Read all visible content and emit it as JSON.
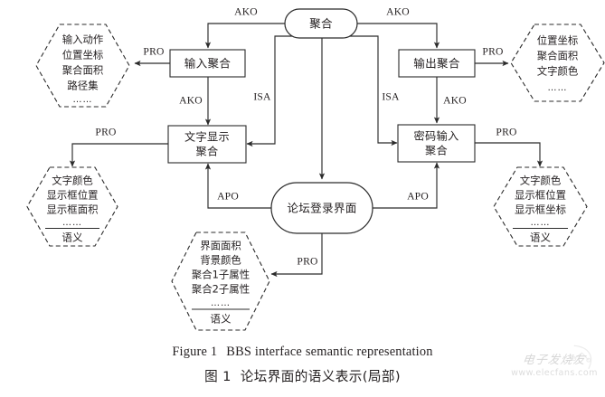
{
  "figure": {
    "caption_en_number": "Figure 1",
    "caption_en_text": "BBS interface semantic representation",
    "caption_zh_number": "图 1",
    "caption_zh_text": "论坛界面的语义表示(局部)"
  },
  "watermark": {
    "brand": "电子发烧友",
    "url": "www.elecfans.com"
  },
  "colors": {
    "stroke": "#2b2b2b",
    "text": "#231f20",
    "background": "#ffffff"
  },
  "nodes": {
    "root": {
      "label": "聚合",
      "shape": "stadium"
    },
    "input_aggregate": {
      "label": "输入聚合",
      "shape": "rect"
    },
    "output_aggregate": {
      "label": "输出聚合",
      "shape": "rect"
    },
    "text_display_aggregate": {
      "label_line1": "文字显示",
      "label_line2": "聚合",
      "shape": "rect"
    },
    "password_input_aggregate": {
      "label_line1": "密码输入",
      "label_line2": "聚合",
      "shape": "rect"
    },
    "forum_login_interface": {
      "label": "论坛登录界面",
      "shape": "stadium"
    }
  },
  "attribute_frames": {
    "input_action": {
      "lines": [
        "输入动作",
        "位置坐标",
        "聚合面积",
        "路径集"
      ],
      "ellipsis": "……",
      "semantics": null
    },
    "output_position": {
      "lines": [
        "位置坐标",
        "聚合面积",
        "文字颜色"
      ],
      "ellipsis": "……",
      "semantics": null
    },
    "text_display_attrs": {
      "lines": [
        "文字颜色",
        "显示框位置",
        "显示框面积"
      ],
      "ellipsis": "……",
      "semantics": "语义"
    },
    "password_display_attrs": {
      "lines": [
        "文字颜色",
        "显示框位置",
        "显示框坐标"
      ],
      "ellipsis": "……",
      "semantics": "语义"
    },
    "interface_attrs": {
      "lines": [
        "界面面积",
        "背景颜色",
        "聚合1子属性",
        "聚合2子属性"
      ],
      "ellipsis": "……",
      "semantics": "语义"
    }
  },
  "edges": [
    {
      "id": "root-to-input",
      "label": "AKO",
      "from": "root",
      "to": "input_aggregate"
    },
    {
      "id": "root-to-output",
      "label": "AKO",
      "from": "root",
      "to": "output_aggregate"
    },
    {
      "id": "input-to-textdisplay",
      "label": "AKO",
      "from": "input_aggregate",
      "to": "text_display_aggregate"
    },
    {
      "id": "output-to-password",
      "label": "AKO",
      "from": "output_aggregate",
      "to": "password_input_aggregate"
    },
    {
      "id": "root-isa-textdisplay",
      "label": "ISA",
      "from": "root",
      "to": "text_display_aggregate"
    },
    {
      "id": "root-isa-password",
      "label": "ISA",
      "from": "root",
      "to": "password_input_aggregate"
    },
    {
      "id": "login-apo-textdisplay",
      "label": "APO",
      "from": "forum_login_interface",
      "to": "text_display_aggregate"
    },
    {
      "id": "login-apo-password",
      "label": "APO",
      "from": "forum_login_interface",
      "to": "password_input_aggregate"
    },
    {
      "id": "input-pro-action",
      "label": "PRO",
      "from": "input_aggregate",
      "to": "input_action"
    },
    {
      "id": "output-pro-position",
      "label": "PRO",
      "from": "output_aggregate",
      "to": "output_position"
    },
    {
      "id": "textdisplay-pro-attrs",
      "label": "PRO",
      "from": "text_display_aggregate",
      "to": "text_display_attrs"
    },
    {
      "id": "password-pro-attrs",
      "label": "PRO",
      "from": "password_input_aggregate",
      "to": "password_display_attrs"
    },
    {
      "id": "login-pro-interface",
      "label": "PRO",
      "from": "forum_login_interface",
      "to": "interface_attrs"
    }
  ],
  "edge_labels": {
    "ako_root_input": "AKO",
    "ako_root_output": "AKO",
    "ako_input_text": "AKO",
    "ako_output_password": "AKO",
    "isa_left": "ISA",
    "isa_right": "ISA",
    "apo_left": "APO",
    "apo_right": "APO",
    "pro_input": "PRO",
    "pro_output": "PRO",
    "pro_text": "PRO",
    "pro_password": "PRO",
    "pro_login": "PRO"
  }
}
